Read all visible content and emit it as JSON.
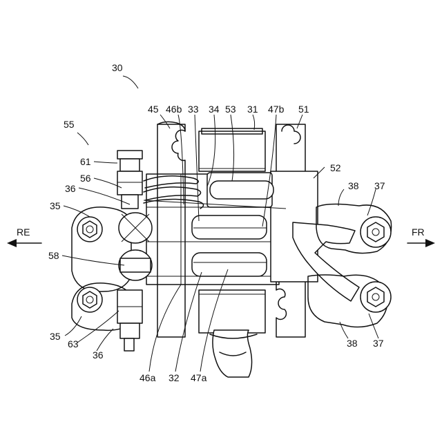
{
  "labels": {
    "n30": "30",
    "n55": "55",
    "n45": "45",
    "n46b": "46b",
    "n33": "33",
    "n34": "34",
    "n53": "53",
    "n31": "31",
    "n47b": "47b",
    "n51": "51",
    "n52": "52",
    "n61": "61",
    "n56": "56",
    "n36_top": "36",
    "n35_top": "35",
    "n58": "58",
    "n35_bottom": "35",
    "n63": "63",
    "n36_bottom": "36",
    "n46a": "46a",
    "n32": "32",
    "n47a": "47a",
    "n38_top": "38",
    "n37_top": "37",
    "n38_bottom": "38",
    "n37_bottom": "37",
    "dir_re": "RE",
    "dir_fr": "FR"
  }
}
